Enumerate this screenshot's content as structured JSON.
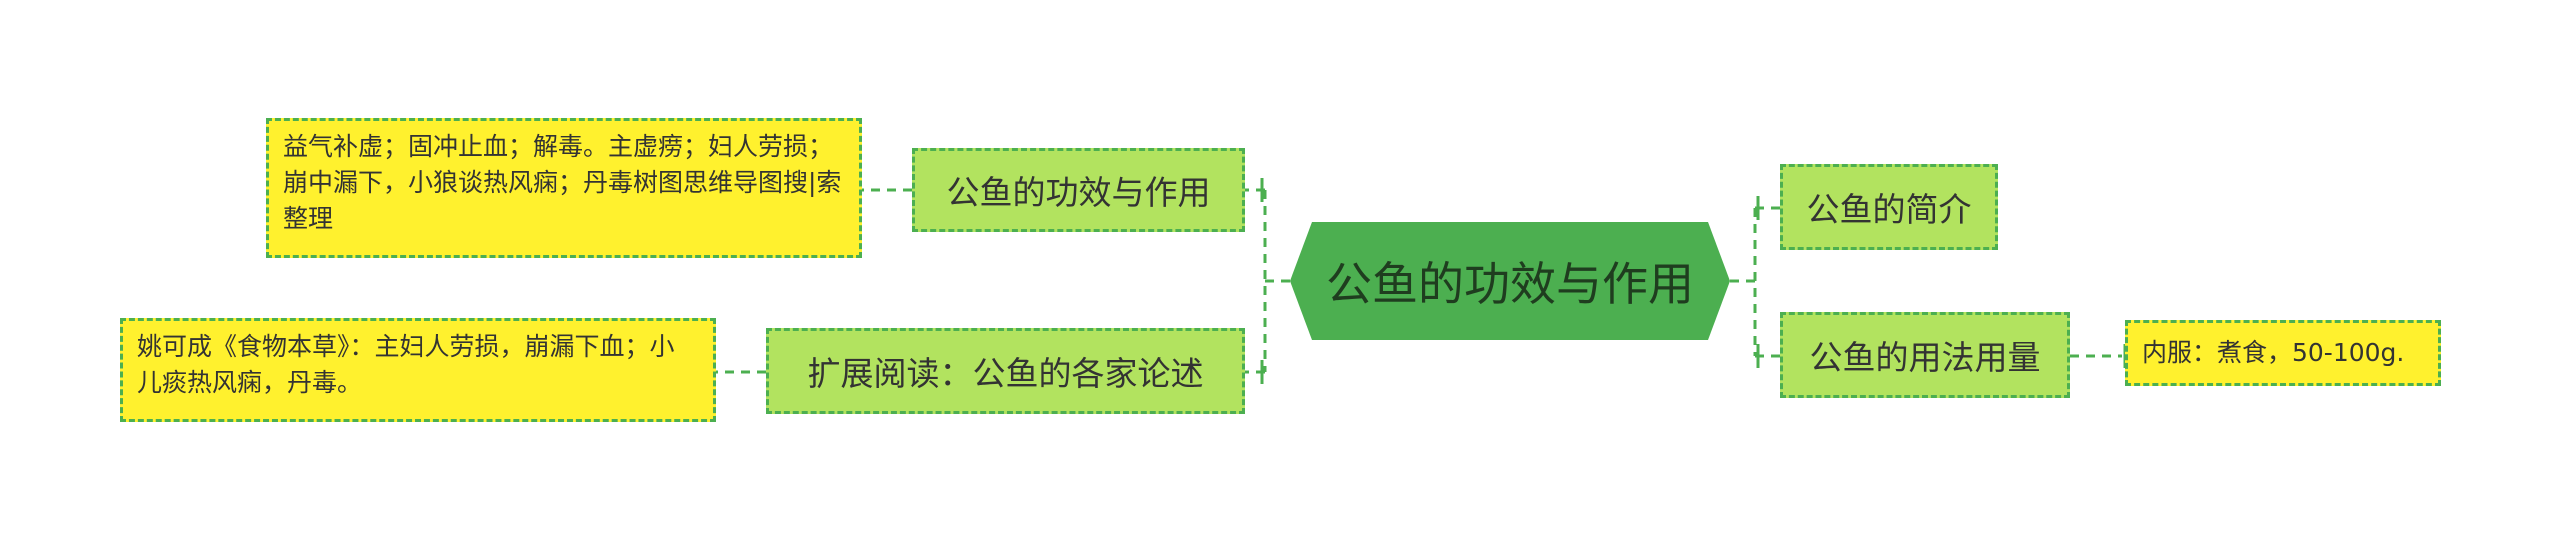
{
  "root": {
    "label": "公鱼的功效与作用"
  },
  "left_branches": [
    {
      "label": "公鱼的功效与作用",
      "detail": "益气补虚；固冲止血；解毒。主虚痨；妇人劳损；崩中漏下，小狼谈热风痫；丹毒树图思维导图搜|索整理"
    },
    {
      "label": "扩展阅读：公鱼的各家论述",
      "detail": "姚可成《食物本草》：主妇人劳损，崩漏下血；小儿痰热风痫，丹毒。"
    }
  ],
  "right_branches": [
    {
      "label": "公鱼的简介"
    },
    {
      "label": "公鱼的用法用量",
      "detail": "内服：煮食，50-100g."
    }
  ],
  "colors": {
    "root_fill": "#4caf50",
    "topic_fill": "#b2e35f",
    "leaf_fill": "#fff12e",
    "line": "#4caf50"
  }
}
